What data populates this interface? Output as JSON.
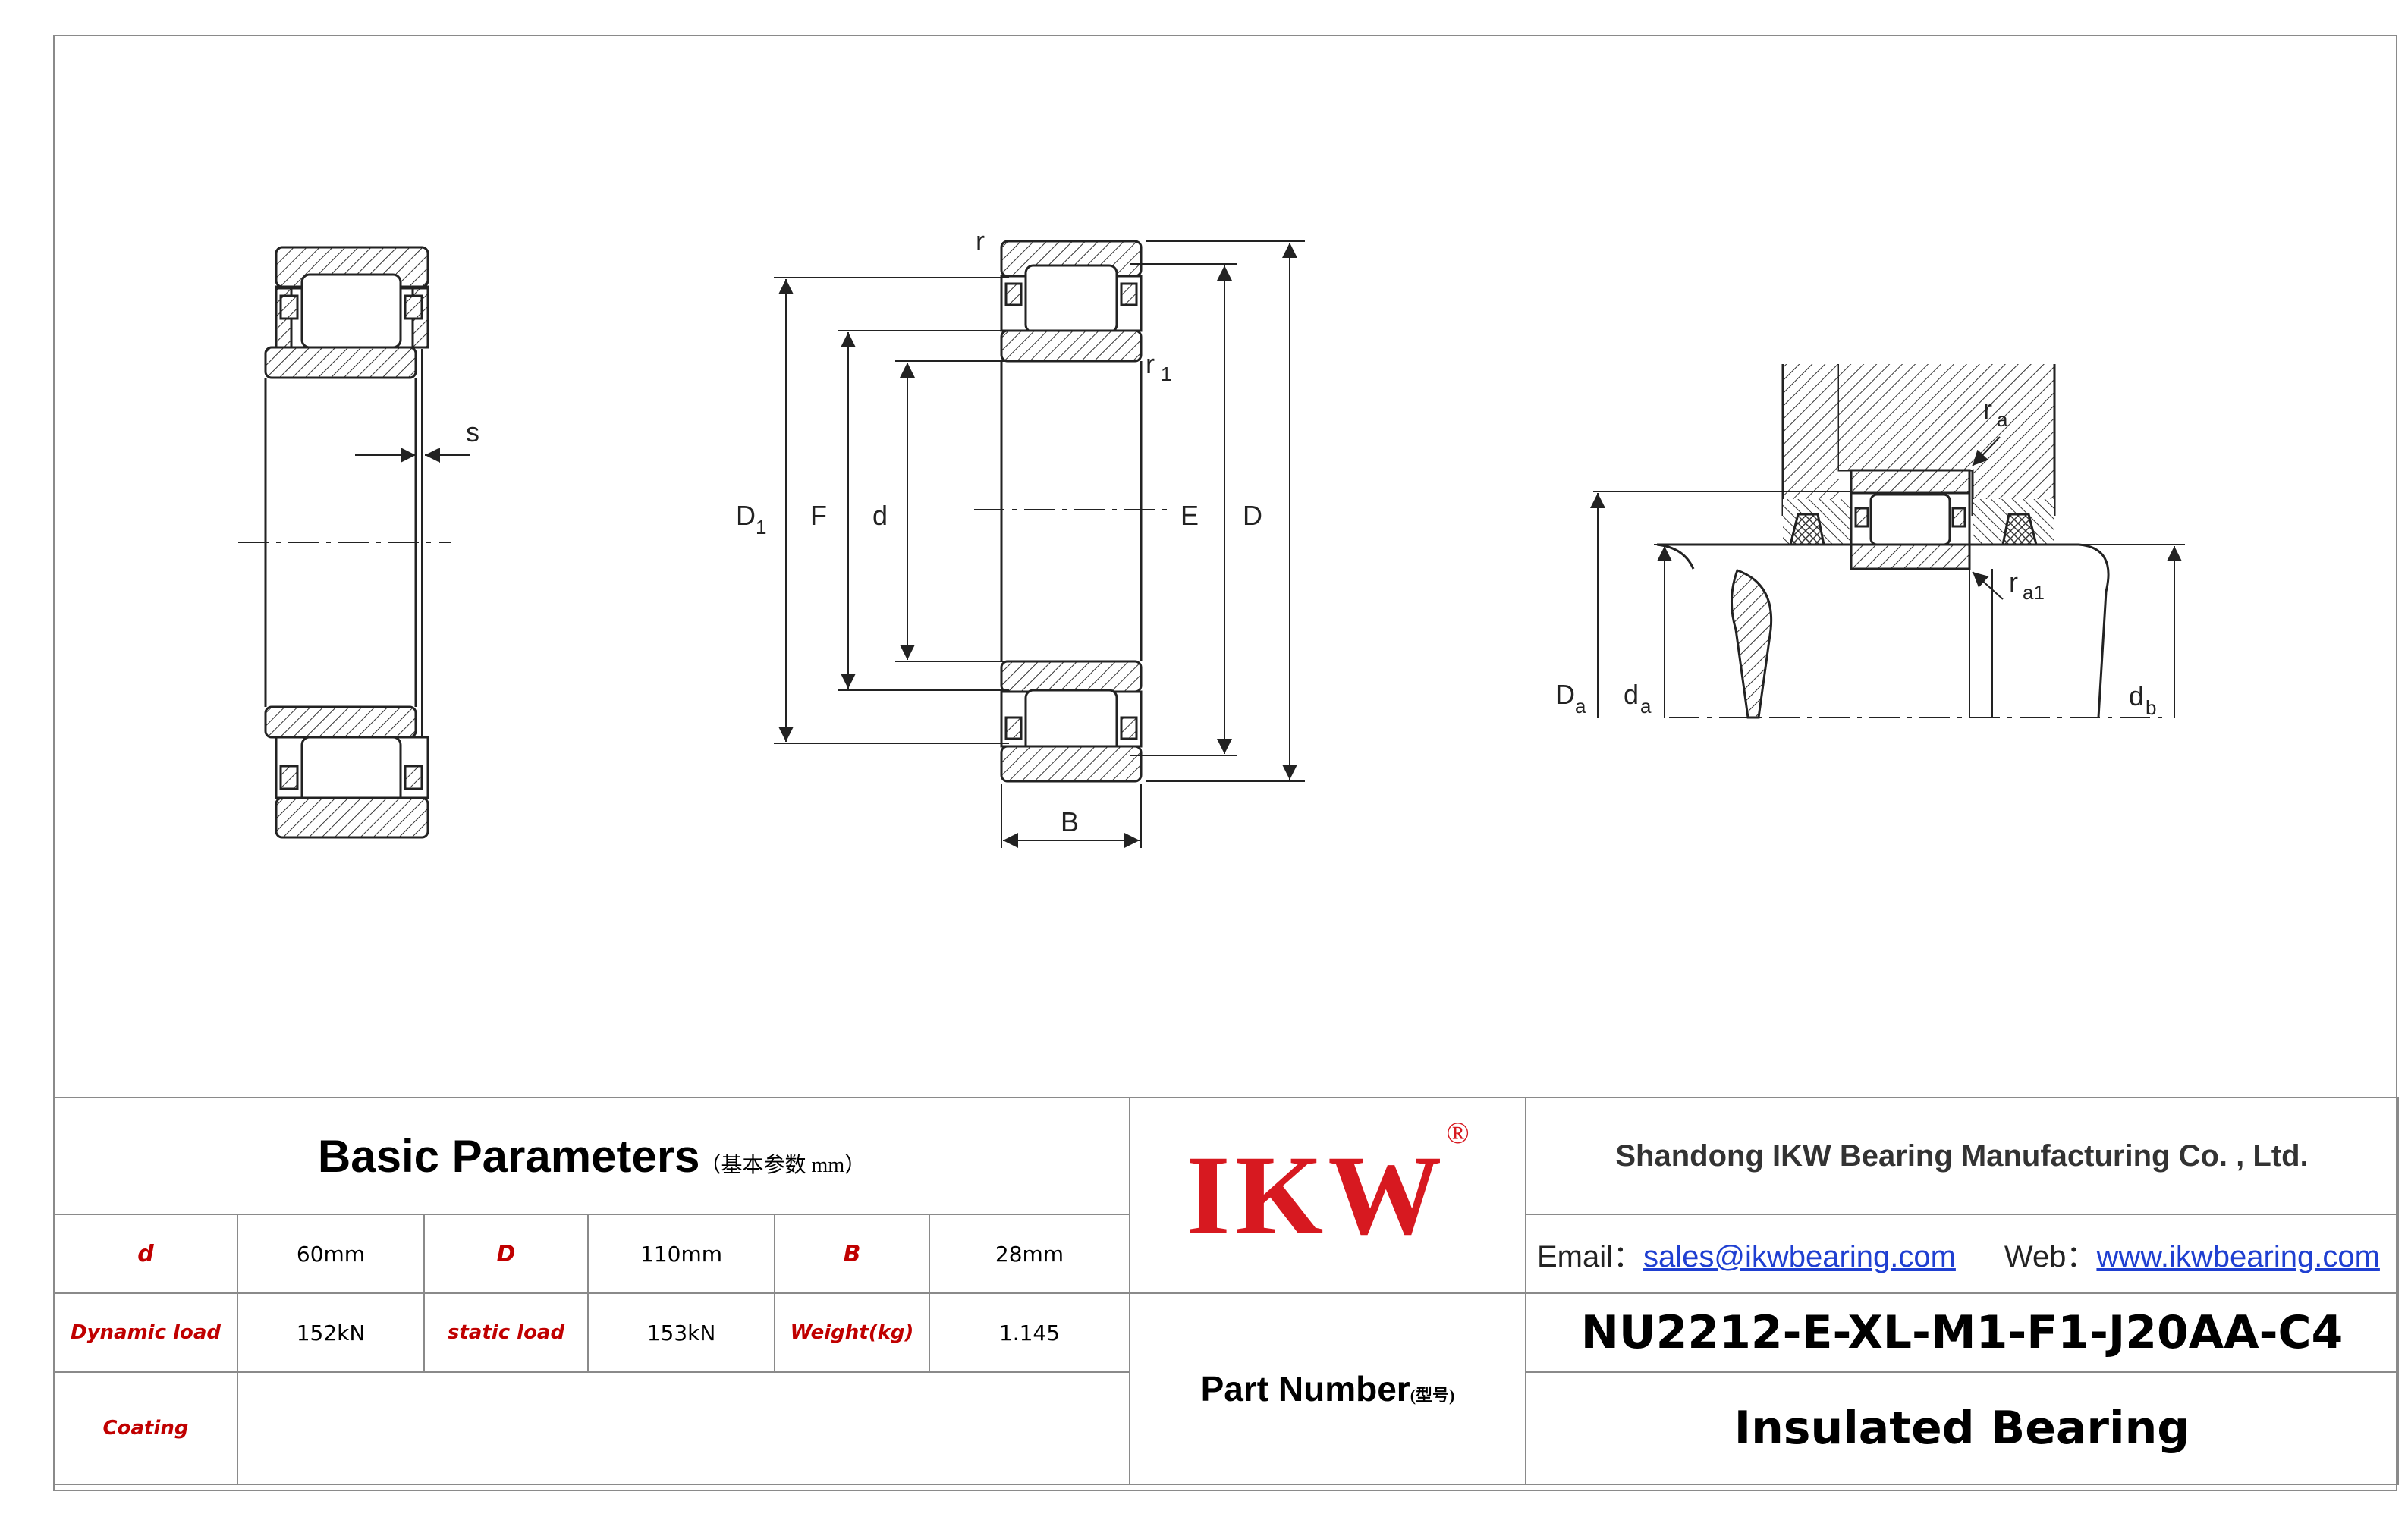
{
  "drawing": {
    "labels": {
      "s": "s",
      "r": "r",
      "r1": "r",
      "r1_sub": "1",
      "D1": "D",
      "D1_sub": "1",
      "F": "F",
      "d": "d",
      "E": "E",
      "D": "D",
      "B": "B",
      "ra": "r",
      "ra_sub": "a",
      "ra1": "r",
      "ra1_sub": "a1",
      "Da": "D",
      "Da_sub": "a",
      "da": "d",
      "da_sub": "a",
      "db": "d",
      "db_sub": "b"
    }
  },
  "params": {
    "title": "Basic Parameters",
    "unit": "（基本参数 mm）",
    "d_label": "d",
    "d_value": "60mm",
    "D_label": "D",
    "D_value": "110mm",
    "B_label": "B",
    "B_value": "28mm",
    "dynamic_label": "Dynamic load",
    "dynamic_value": "152kN",
    "static_label": "static load",
    "static_value": "153kN",
    "weight_label": "Weight(kg)",
    "weight_value": "1.145",
    "coating_label": "Coating",
    "coating_value": ""
  },
  "brand": {
    "logo": "IKW",
    "reg": "®",
    "logo_color": "#d71920"
  },
  "company": {
    "name": "Shandong IKW Bearing Manufacturing Co. , Ltd.",
    "email_label": "Email：",
    "email": "sales@ikwbearing.com",
    "web_label": "Web：",
    "web": "www.ikwbearing.com",
    "link_color": "#1f3fd1"
  },
  "part": {
    "label": "Part Number",
    "label_sub": "(型号)",
    "number": "NU2212-E-XL-M1-F1-J20AA-C4",
    "type": "Insulated Bearing"
  },
  "colors": {
    "label_red": "#c00000",
    "border_gray": "#8a8a8a"
  }
}
